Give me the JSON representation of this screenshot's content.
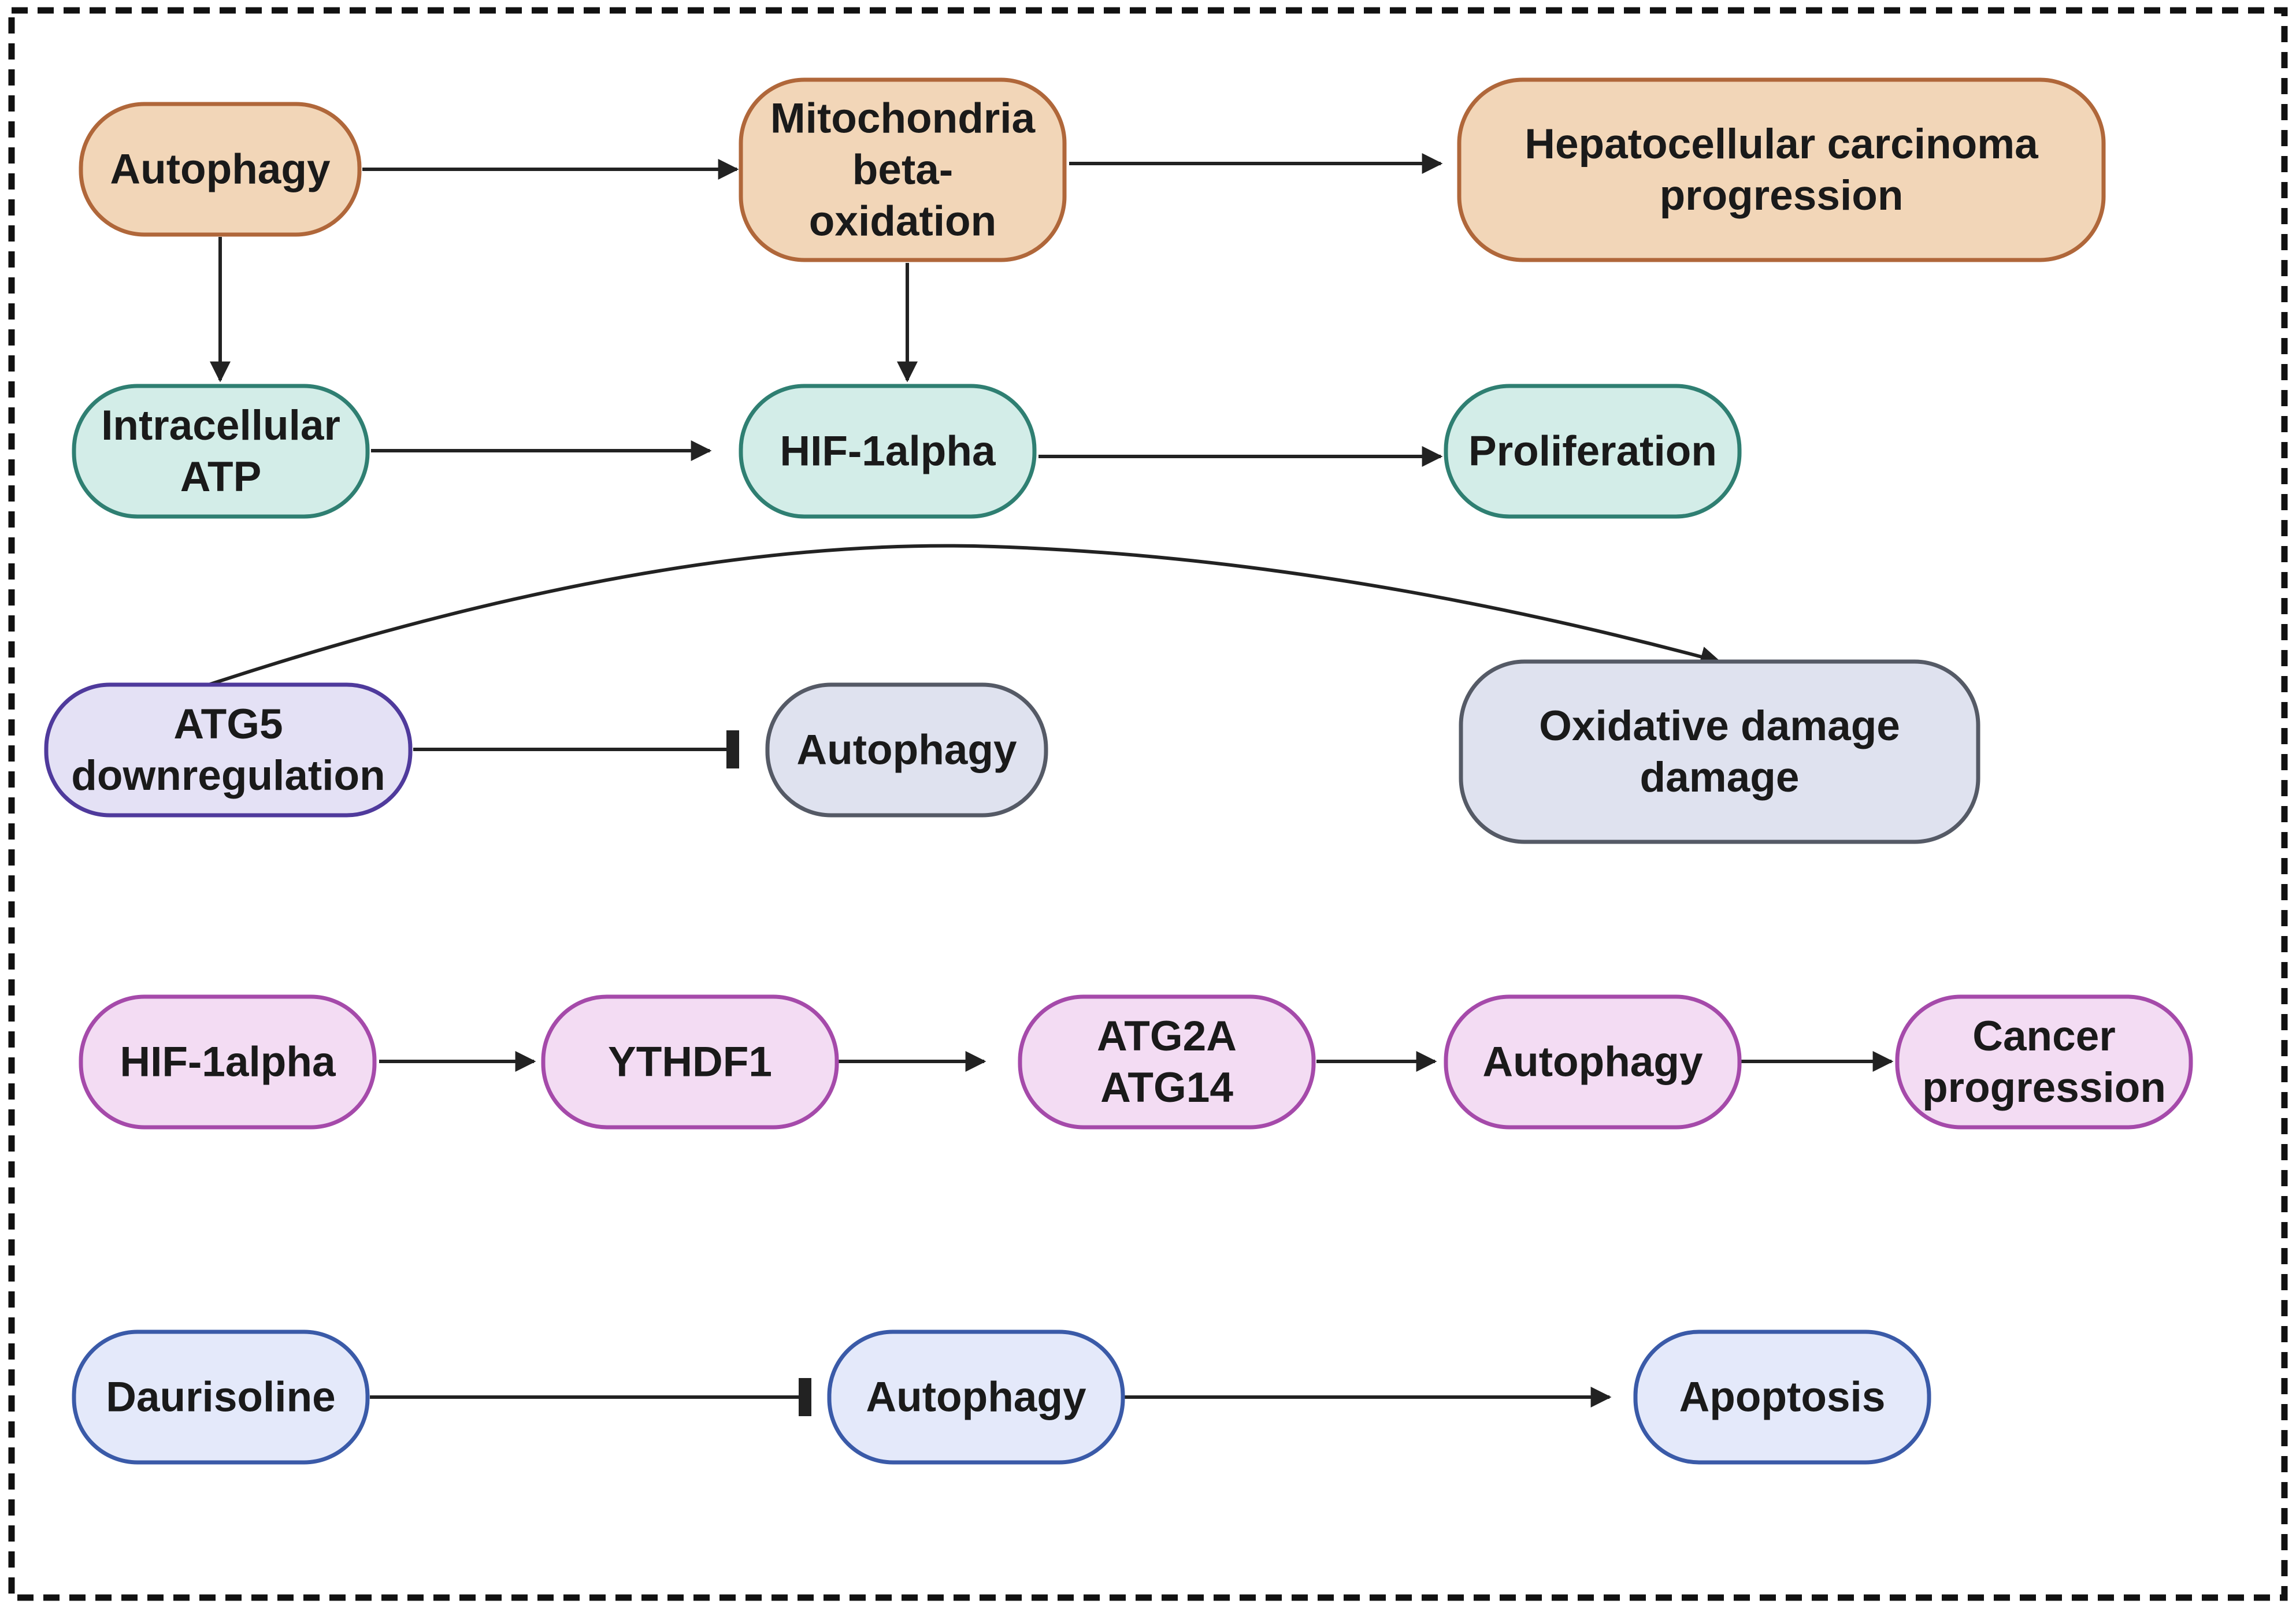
{
  "colors": {
    "brown": {
      "fill": "#f2d6b8",
      "stroke": "#b0673a"
    },
    "teal": {
      "fill": "#d3ede8",
      "stroke": "#2f7f72"
    },
    "violet": {
      "fill": "#e4e1f5",
      "stroke": "#4f3a9c"
    },
    "slate": {
      "fill": "#dfe2ef",
      "stroke": "#555a66"
    },
    "pink": {
      "fill": "#f3dcf3",
      "stroke": "#a54aaa"
    },
    "blue": {
      "fill": "#e4e9fa",
      "stroke": "#3a5aa8"
    },
    "edge": "#222222",
    "frame": "#111111"
  },
  "nodes": [
    {
      "id": "autophagy_top",
      "color": "brown",
      "lines": [
        "Autophagy"
      ]
    },
    {
      "id": "mito",
      "color": "brown",
      "lines": [
        "Mitochondria",
        "beta-",
        "oxidation"
      ]
    },
    {
      "id": "hcc",
      "color": "brown",
      "lines": [
        "Hepatocellular carcinoma",
        "progression"
      ]
    },
    {
      "id": "atp",
      "color": "teal",
      "lines": [
        "Intracellular",
        "ATP"
      ]
    },
    {
      "id": "hif_row2",
      "color": "teal",
      "lines": [
        "HIF-1alpha"
      ]
    },
    {
      "id": "prolif",
      "color": "teal",
      "lines": [
        "Proliferation"
      ]
    },
    {
      "id": "atg5",
      "color": "violet",
      "lines": [
        "ATG5",
        "downregulation"
      ]
    },
    {
      "id": "autophagy_row3",
      "color": "slate",
      "lines": [
        "Autophagy"
      ]
    },
    {
      "id": "oxidative",
      "color": "slate",
      "lines": [
        "Oxidative damage",
        "damage"
      ]
    },
    {
      "id": "hif_row4",
      "color": "pink",
      "lines": [
        "HIF-1alpha"
      ]
    },
    {
      "id": "ythdf1",
      "color": "pink",
      "lines": [
        "YTHDF1"
      ]
    },
    {
      "id": "atg2a",
      "color": "pink",
      "lines": [
        "ATG2A",
        "ATG14"
      ]
    },
    {
      "id": "autophagy_row4",
      "color": "pink",
      "lines": [
        "Autophagy"
      ]
    },
    {
      "id": "cancer",
      "color": "pink",
      "lines": [
        "Cancer",
        "progression"
      ]
    },
    {
      "id": "daurisoline",
      "color": "blue",
      "lines": [
        "Daurisoline"
      ]
    },
    {
      "id": "autophagy_row5",
      "color": "blue",
      "lines": [
        "Autophagy"
      ]
    },
    {
      "id": "apoptosis",
      "color": "blue",
      "lines": [
        "Apoptosis"
      ]
    }
  ],
  "edges": [
    {
      "from": "autophagy_top",
      "to": "mito",
      "type": "activate"
    },
    {
      "from": "mito",
      "to": "hcc",
      "type": "activate"
    },
    {
      "from": "autophagy_top",
      "to": "atp",
      "type": "activate"
    },
    {
      "from": "mito",
      "to": "hif_row2",
      "type": "activate"
    },
    {
      "from": "atp",
      "to": "hif_row2",
      "type": "activate"
    },
    {
      "from": "hif_row2",
      "to": "prolif",
      "type": "activate"
    },
    {
      "from": "atg5",
      "to": "oxidative",
      "type": "activate"
    },
    {
      "from": "atg5",
      "to": "autophagy_row3",
      "type": "inhibit"
    },
    {
      "from": "hif_row4",
      "to": "ythdf1",
      "type": "activate"
    },
    {
      "from": "ythdf1",
      "to": "atg2a",
      "type": "activate"
    },
    {
      "from": "atg2a",
      "to": "autophagy_row4",
      "type": "activate"
    },
    {
      "from": "autophagy_row4",
      "to": "cancer",
      "type": "activate"
    },
    {
      "from": "daurisoline",
      "to": "autophagy_row5",
      "type": "inhibit"
    },
    {
      "from": "autophagy_row5",
      "to": "apoptosis",
      "type": "activate"
    }
  ]
}
